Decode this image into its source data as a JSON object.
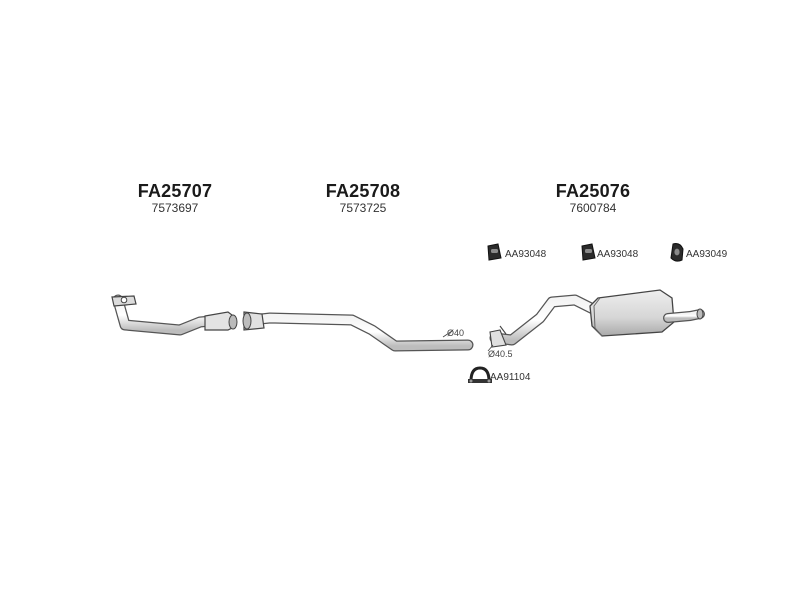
{
  "parts": [
    {
      "code": "FA25707",
      "oe": "7573697"
    },
    {
      "code": "FA25708",
      "oe": "7573725"
    },
    {
      "code": "FA25076",
      "oe": "7600784"
    }
  ],
  "accessories": {
    "mount_1": "AA93048",
    "mount_2": "AA93048",
    "mount_3": "AA93049",
    "clamp": "AA91104"
  },
  "dimensions": {
    "mid_pipe_dia": "Ø40",
    "rear_inlet_dia": "Ø40.5"
  }
}
